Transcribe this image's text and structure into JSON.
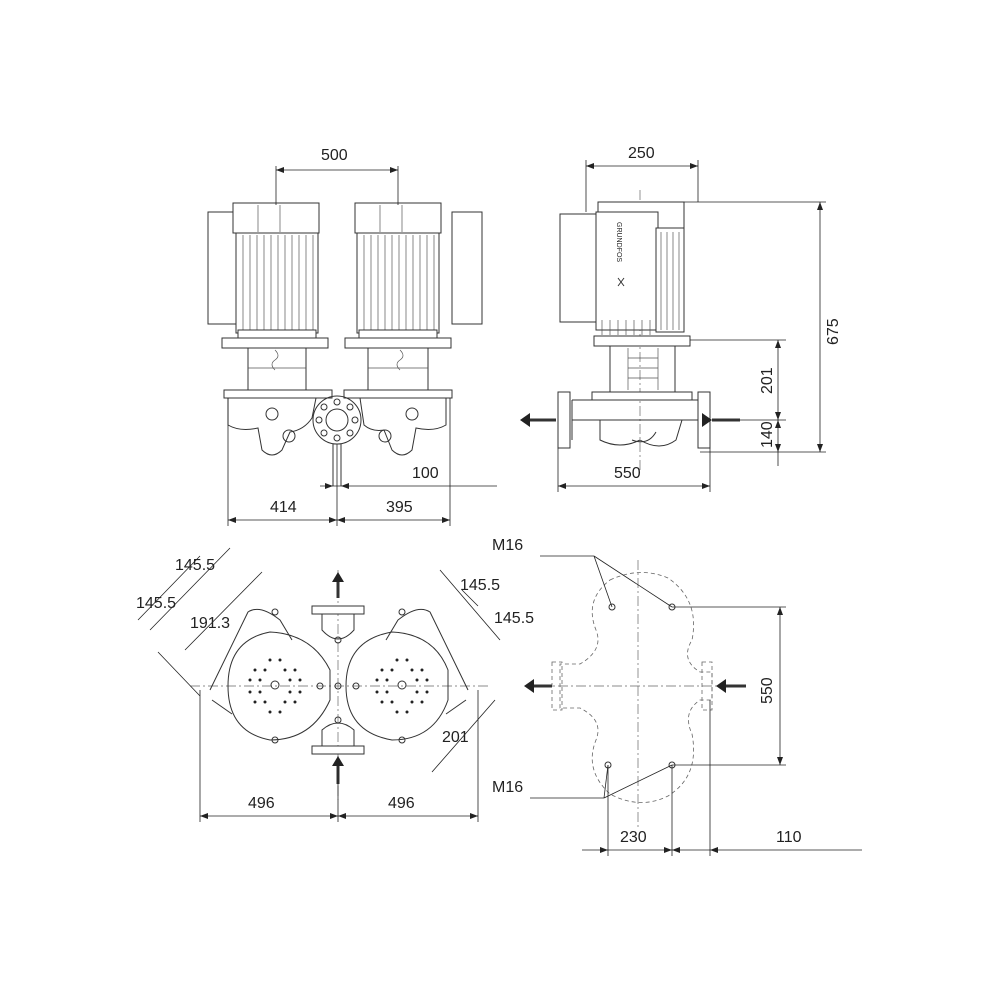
{
  "dimensions": {
    "front_motor_spacing": "500",
    "front_left_width": "414",
    "front_right_width": "395",
    "front_center_offset": "100",
    "side_motor_width": "250",
    "side_total_height": "675",
    "side_upper_height": "201",
    "side_flange_height": "140",
    "side_port_to_port": "550",
    "plan_diag_1": "145.5",
    "plan_diag_2": "145.5",
    "plan_diag_3": "145.5",
    "plan_diag_4": "145.5",
    "plan_diag_long": "191.3",
    "plan_diag_right": "201",
    "plan_left_width": "496",
    "plan_right_width": "496",
    "base_thread_top": "M16",
    "base_thread_bottom": "M16",
    "base_height": "550",
    "base_width_a": "230",
    "base_width_b": "110"
  },
  "icons": {
    "flow_arrow": "flow-direction-arrow",
    "brand_mark": "grundfos-logo-mark"
  }
}
